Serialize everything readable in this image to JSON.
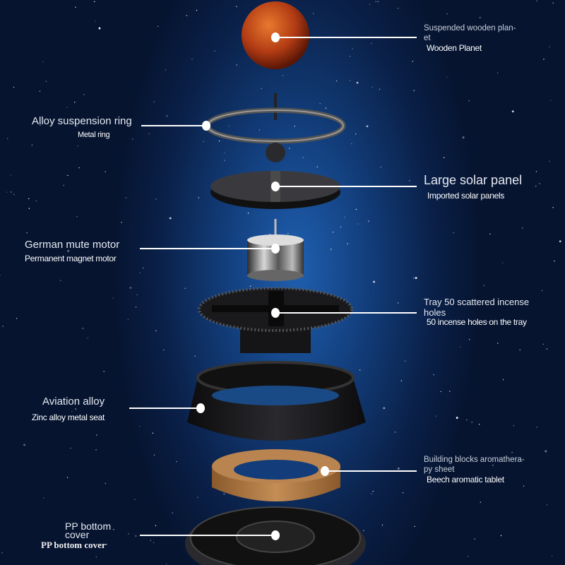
{
  "labels": {
    "planet": {
      "title": "Suspended wooden plan-­et",
      "title_line1": "Suspended wooden plan-",
      "title_line2": "et",
      "subtitle": "Wooden Planet"
    },
    "ring": {
      "title": "Alloy suspension ring",
      "subtitle": "Metal ring"
    },
    "solar": {
      "title": "Large solar panel",
      "subtitle": "Imported solar panels"
    },
    "motor": {
      "title": "German mute motor",
      "subtitle": "Permanent magnet motor"
    },
    "tray": {
      "title_line1": "Tray 50 scattered incense",
      "title_line2": "holes",
      "subtitle": "50 incense holes on the tray"
    },
    "seat": {
      "title": "Aviation alloy",
      "subtitle": "Zinc alloy metal seat"
    },
    "wood": {
      "title_line1": "Building blocks aromathera-",
      "title_line2": "py sheet",
      "subtitle": "Beech aromatic tablet"
    },
    "cover": {
      "title_line1": "PP bottom",
      "title_line2": "cover",
      "subtitle": "PP bottom cover"
    }
  },
  "colors": {
    "background": "#0a2048",
    "planet": "#c0461a",
    "wood": "#b07a45",
    "parts": "#1a1a1c",
    "leader": "#ffffff"
  }
}
